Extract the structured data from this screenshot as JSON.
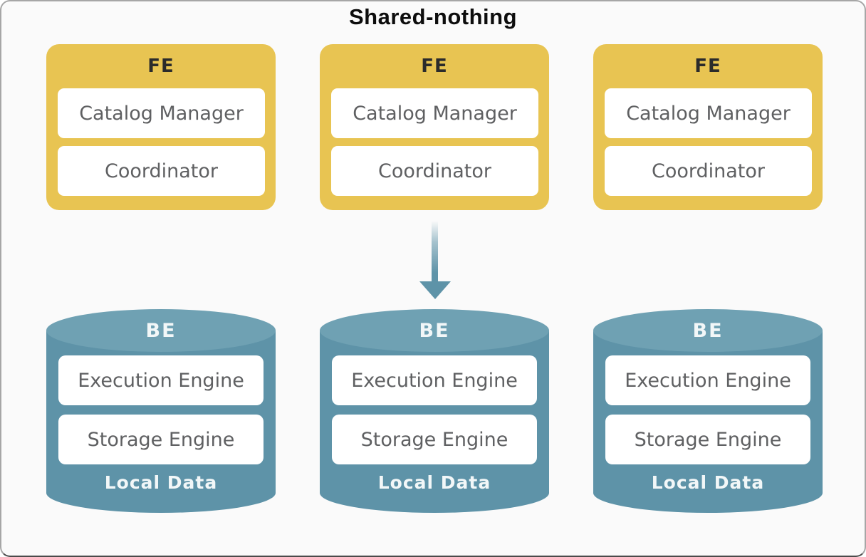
{
  "title": "Shared-nothing",
  "fe_nodes": [
    {
      "label": "FE",
      "components": [
        "Catalog Manager",
        "Coordinator"
      ]
    },
    {
      "label": "FE",
      "components": [
        "Catalog Manager",
        "Coordinator"
      ]
    },
    {
      "label": "FE",
      "components": [
        "Catalog Manager",
        "Coordinator"
      ]
    }
  ],
  "be_nodes": [
    {
      "label": "BE",
      "components": [
        "Execution Engine",
        "Storage Engine"
      ],
      "footer": "Local Data"
    },
    {
      "label": "BE",
      "components": [
        "Execution Engine",
        "Storage Engine"
      ],
      "footer": "Local Data"
    },
    {
      "label": "BE",
      "components": [
        "Execution Engine",
        "Storage Engine"
      ],
      "footer": "Local Data"
    }
  ],
  "colors": {
    "fe_yellow": "#E8C452",
    "be_teal": "#5E93A8",
    "be_cap": "#6FA1B3",
    "arrow": "#5E93A8",
    "card_fill": "#FFFFFF",
    "text_dark": "#2B2B2B",
    "text_gray": "#5F6062",
    "text_light": "#F2F7F8",
    "canvas_bg": "#FAFAFA"
  }
}
